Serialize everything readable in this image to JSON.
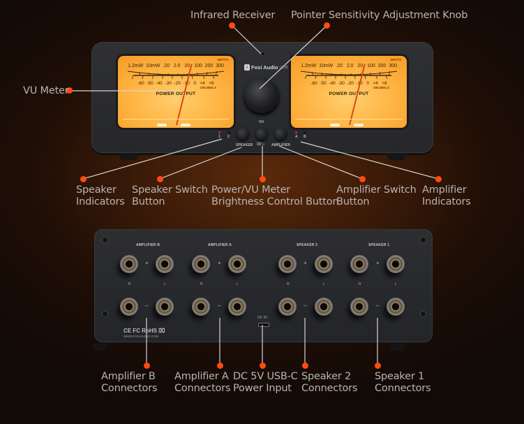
{
  "product": {
    "brand": "Fosi Audio",
    "model": "LC30"
  },
  "vu_meter": {
    "watts_label": "WATTS",
    "watts_scale": [
      "1.2mW",
      "10mW",
      ".20",
      "2.0",
      "20",
      "100",
      "200",
      "300"
    ],
    "db_scale": [
      "-60",
      "-50",
      "-40",
      "-30",
      "-20",
      "-10",
      "0",
      "+4",
      "+6"
    ],
    "decibels_label": "DECIBELS",
    "caption": "POWER OUTPUT"
  },
  "front_panel": {
    "vu_label": "VU",
    "speaker_indicators": [
      "1",
      "2"
    ],
    "amplifier_indicators": [
      "A",
      "B"
    ],
    "speaker_button_label": "SPEAKER",
    "power_button_label": "⏻/☼",
    "amplifier_button_label": "AMPLIFIER",
    "led_color_active": "#e02020"
  },
  "rear_panel": {
    "sections": [
      "AMPLIFIER B",
      "AMPLIFIER A",
      "SPEAKER 2",
      "SPEAKER 1"
    ],
    "plus": "+",
    "minus": "–",
    "right": "R",
    "left": "L",
    "dc_label": "DC 5V",
    "certifications": "CE FC RoHS ⌧",
    "website": "WWW.FOSIAUDIO.COM"
  },
  "callouts": {
    "infrared_receiver": "Infrared Receiver",
    "knob": "Pointer Sensitivity Adjustment Knob",
    "vu_meter": "VU Meter",
    "speaker_indicators": [
      "Speaker",
      "Indicators"
    ],
    "speaker_switch": [
      "Speaker Switch",
      "Button"
    ],
    "power_button": [
      "Power/VU Meter",
      "Brightness Control Button"
    ],
    "amplifier_switch": [
      "Amplifier Switch",
      "Button"
    ],
    "amplifier_indicators": [
      "Amplifier",
      "Indicators"
    ],
    "amp_b_connectors": [
      "Amplifier B",
      "Connectors"
    ],
    "amp_a_connectors": [
      "Amplifier A",
      "Connectors"
    ],
    "dc_input": [
      "DC 5V USB-C",
      "Power Input"
    ],
    "speaker2_connectors": [
      "Speaker 2",
      "Connectors"
    ],
    "speaker1_connectors": [
      "Speaker 1",
      "Connectors"
    ]
  },
  "colors": {
    "accent_dot": "#ff4a12",
    "meter_amber": "#ffb544",
    "callout_text": "#b9b4b0"
  }
}
